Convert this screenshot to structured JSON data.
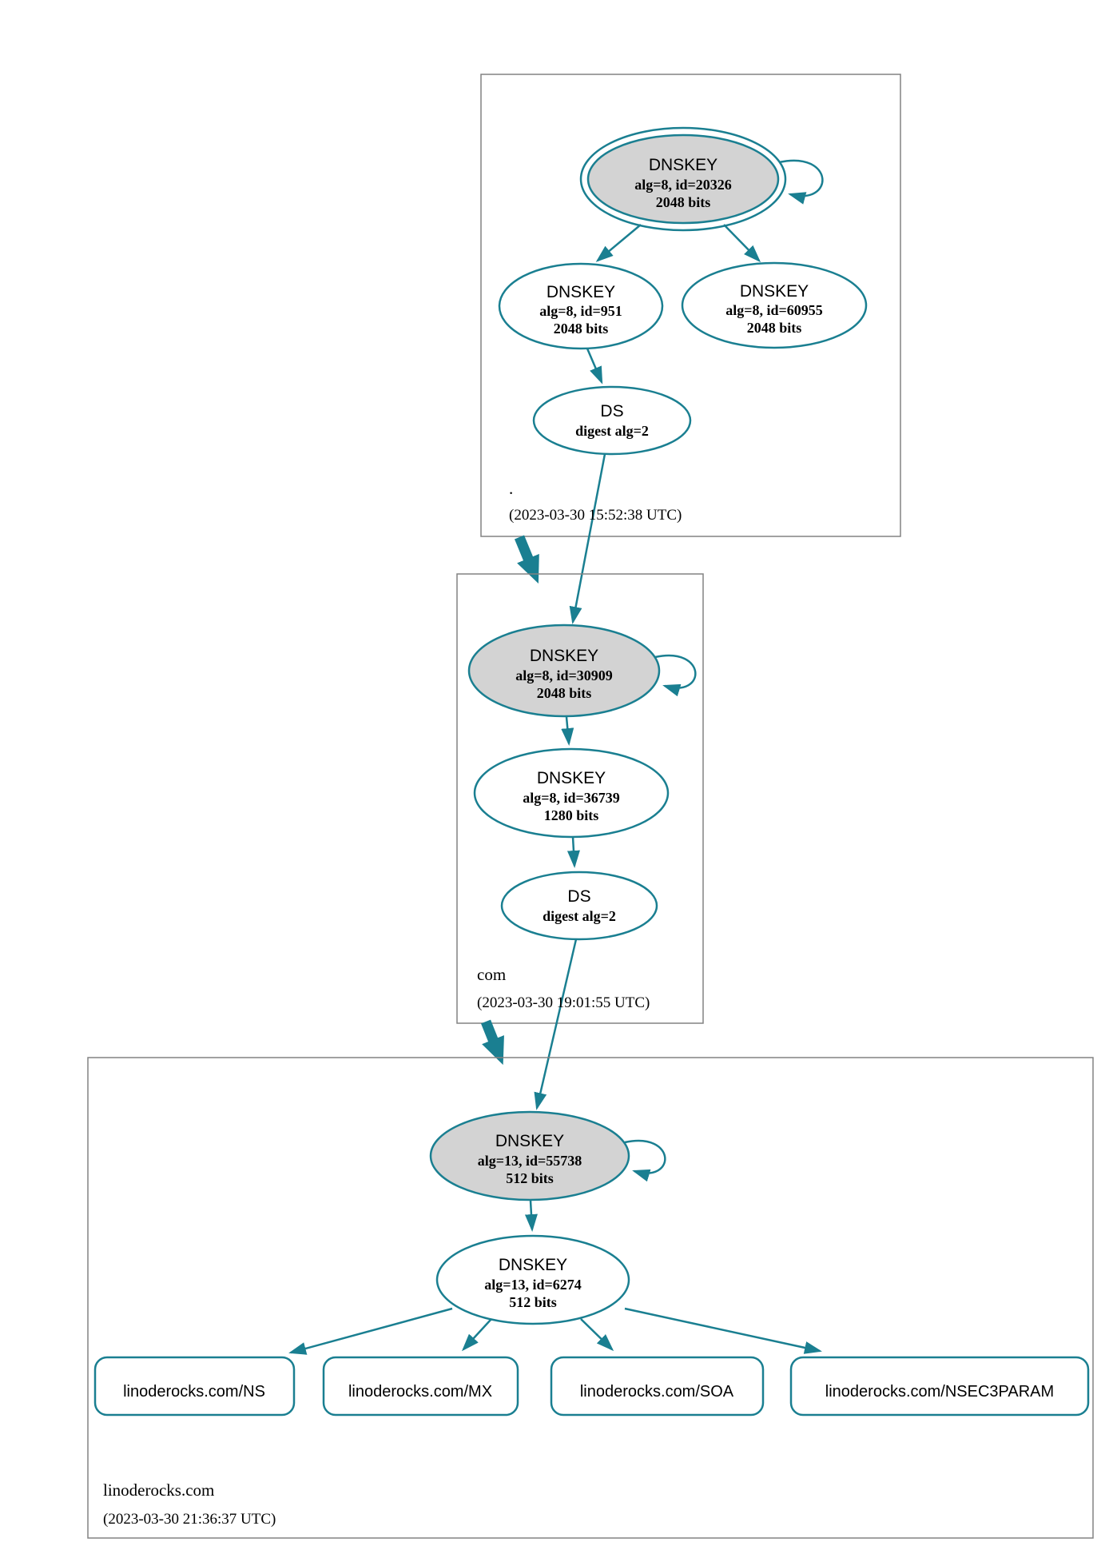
{
  "colors": {
    "edge_teal": "#1a7f91",
    "sep_key_fill": "#d3d3d3",
    "zone_box_border": "#828282",
    "text": "#000000"
  },
  "zones": [
    {
      "label": ".",
      "timestamp": "(2023-03-30 15:52:38 UTC)"
    },
    {
      "label": "com",
      "timestamp": "(2023-03-30 19:01:55 UTC)"
    },
    {
      "label": "linoderocks.com",
      "timestamp": "(2023-03-30 21:36:37 UTC)"
    }
  ],
  "nodes": {
    "root_ksk": {
      "title": "DNSKEY",
      "detail": "alg=8, id=20326",
      "bits": "2048 bits"
    },
    "root_zsk": {
      "title": "DNSKEY",
      "detail": "alg=8, id=951",
      "bits": "2048 bits"
    },
    "root_zsk2": {
      "title": "DNSKEY",
      "detail": "alg=8, id=60955",
      "bits": "2048 bits"
    },
    "root_ds": {
      "title": "DS",
      "detail": "digest alg=2"
    },
    "com_ksk": {
      "title": "DNSKEY",
      "detail": "alg=8, id=30909",
      "bits": "2048 bits"
    },
    "com_zsk": {
      "title": "DNSKEY",
      "detail": "alg=8, id=36739",
      "bits": "1280 bits"
    },
    "com_ds": {
      "title": "DS",
      "detail": "digest alg=2"
    },
    "lr_ksk": {
      "title": "DNSKEY",
      "detail": "alg=13, id=55738",
      "bits": "512 bits"
    },
    "lr_zsk": {
      "title": "DNSKEY",
      "detail": "alg=13, id=6274",
      "bits": "512 bits"
    }
  },
  "records": [
    {
      "label": "linoderocks.com/NS"
    },
    {
      "label": "linoderocks.com/MX"
    },
    {
      "label": "linoderocks.com/SOA"
    },
    {
      "label": "linoderocks.com/NSEC3PARAM"
    }
  ]
}
